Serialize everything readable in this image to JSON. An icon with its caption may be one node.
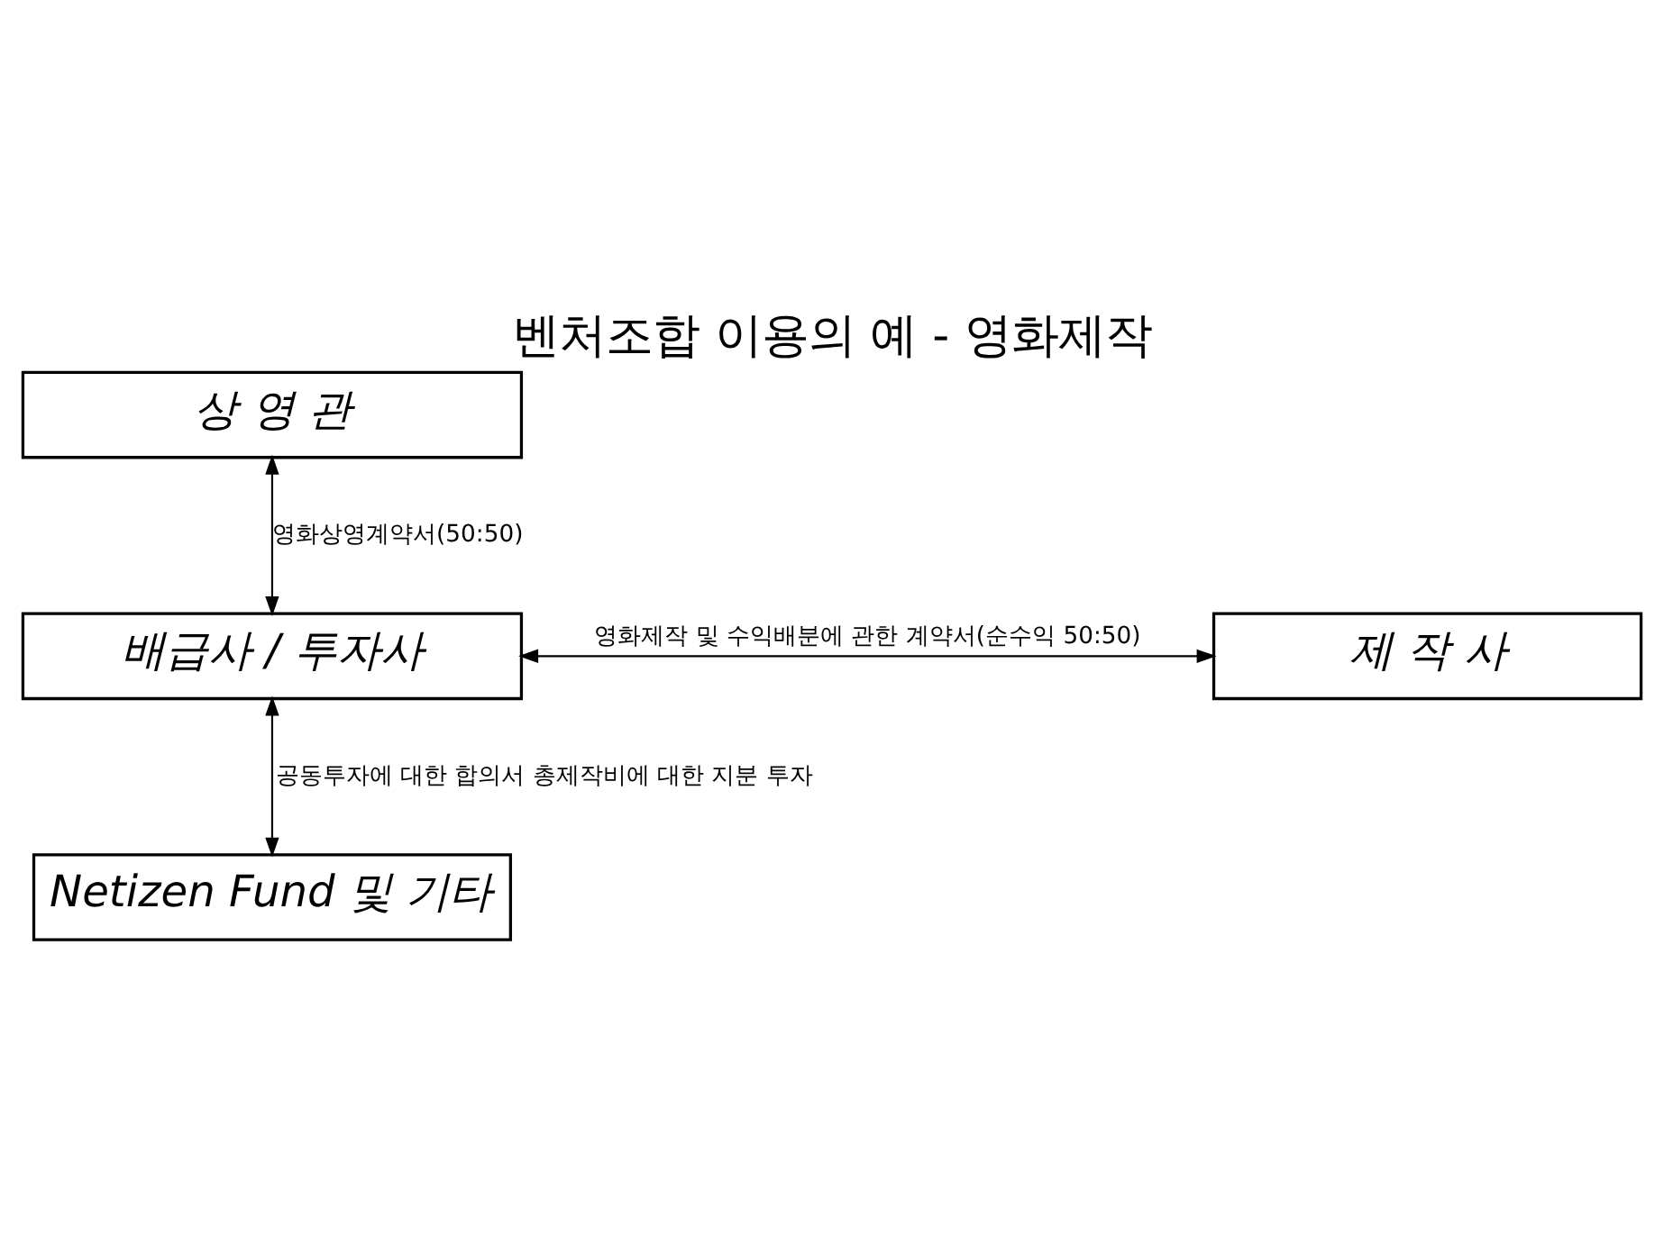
{
  "diagram": {
    "title": "벤처조합 이용의 예 - 영화제작",
    "nodes": [
      {
        "text": [
          "상 영 관"
        ]
      },
      {
        "text": [
          "배급사 / 투자사"
        ]
      },
      {
        "text": [
          "제 작 사"
        ]
      },
      {
        "text": [
          "Netizen Fund 및 기타"
        ]
      }
    ],
    "edges": [
      {
        "from": 0,
        "to": 1,
        "arrow": "both",
        "label": "영화상영계약서(50:50)"
      },
      {
        "from": 1,
        "to": 2,
        "arrow": "both",
        "label": "영화제작 및 수익배분에 관한 계약서(순수익 50:50)"
      },
      {
        "from": 1,
        "to": 3,
        "arrow": "both",
        "label": "공동투자에 대한 합의서 총제작비에 대한 지분 투자"
      }
    ]
  }
}
